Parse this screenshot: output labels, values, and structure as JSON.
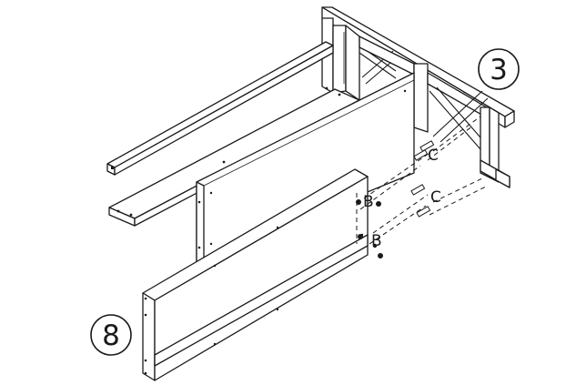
{
  "diagram": {
    "step_labels": {
      "upper_right": "3",
      "lower_left": "8"
    },
    "hardware_labels": {
      "screw_upper": "B",
      "screw_lower": "B",
      "dowel_upper": "C",
      "dowel_lower": "C"
    }
  }
}
